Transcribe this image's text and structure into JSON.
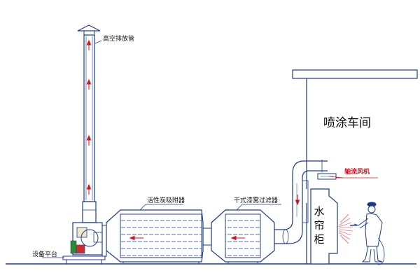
{
  "labels": {
    "stack": "高空排放管",
    "carbon_adsorber": "活性炭吸附器",
    "dry_filter": "干式漆雾过滤器",
    "paint_room": "喷涂车间",
    "axial_fan": "轴流风机",
    "water_curtain": "水帘柜",
    "platform": "设备平台"
  },
  "colors": {
    "line": "#1d3b8a",
    "red_mark": "#d0101a",
    "label_red": "#d0101a"
  },
  "icons": {
    "flow_arrow": "red-arrow-icon",
    "worker": "painter-icon",
    "fan": "centrifugal-fan-icon"
  }
}
